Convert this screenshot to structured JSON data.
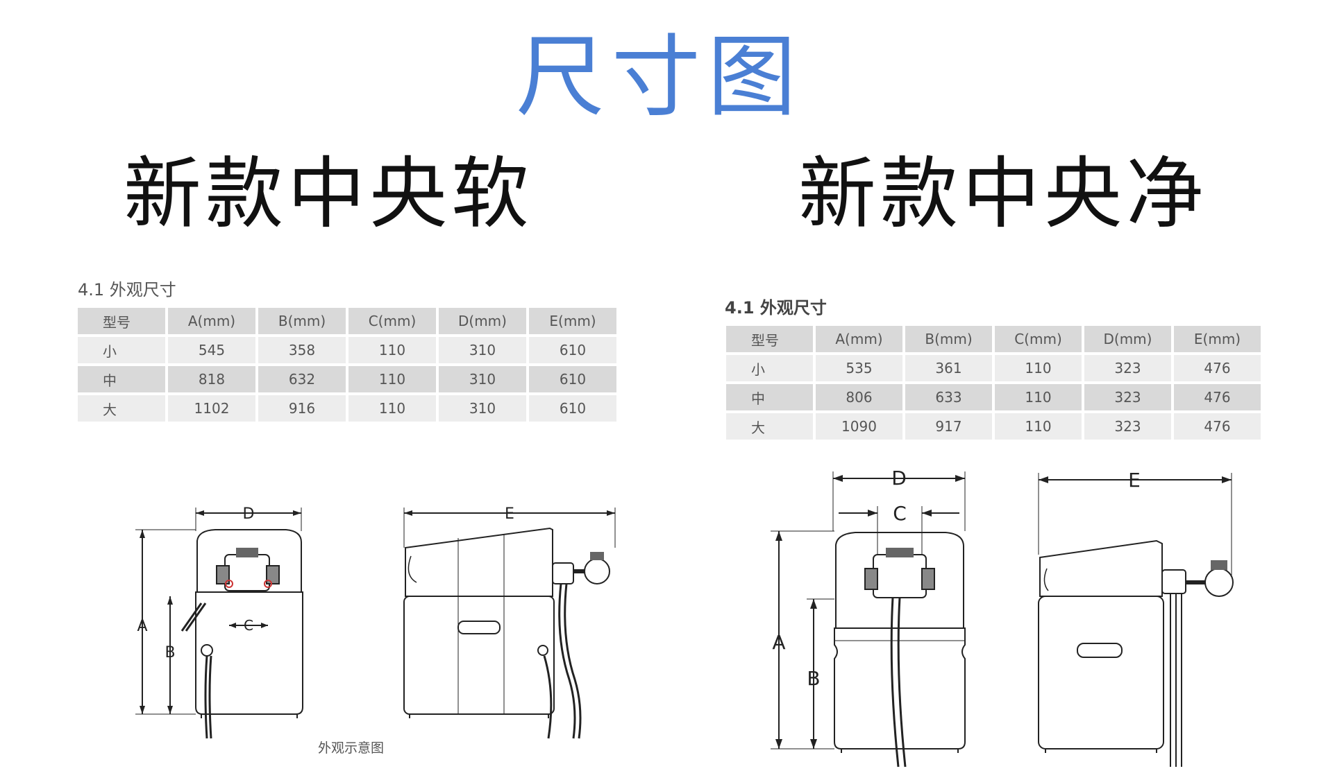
{
  "page": {
    "title": "尺寸图"
  },
  "left": {
    "product": "新款中央软",
    "section": "4.1 外观尺寸",
    "headers": [
      "型号",
      "A(mm)",
      "B(mm)",
      "C(mm)",
      "D(mm)",
      "E(mm)"
    ],
    "rows": [
      [
        "小",
        "545",
        "358",
        "110",
        "310",
        "610"
      ],
      [
        "中",
        "818",
        "632",
        "110",
        "310",
        "610"
      ],
      [
        "大",
        "1102",
        "916",
        "110",
        "310",
        "610"
      ]
    ],
    "dim_labels": {
      "a": "A",
      "b": "B",
      "c": "C",
      "d": "D",
      "e": "E"
    },
    "caption": "外观示意图"
  },
  "right": {
    "product": "新款中央净",
    "section": "4.1 外观尺寸",
    "headers": [
      "型号",
      "A(mm)",
      "B(mm)",
      "C(mm)",
      "D(mm)",
      "E(mm)"
    ],
    "rows": [
      [
        "小",
        "535",
        "361",
        "110",
        "323",
        "476"
      ],
      [
        "中",
        "806",
        "633",
        "110",
        "323",
        "476"
      ],
      [
        "大",
        "1090",
        "917",
        "110",
        "323",
        "476"
      ]
    ],
    "dim_labels": {
      "a": "A",
      "b": "B",
      "c": "C",
      "d": "D",
      "e": "E"
    }
  },
  "colors": {
    "title_blue": "#4a7fd4",
    "table_dark": "#d9d9d9",
    "table_light": "#ededed"
  }
}
